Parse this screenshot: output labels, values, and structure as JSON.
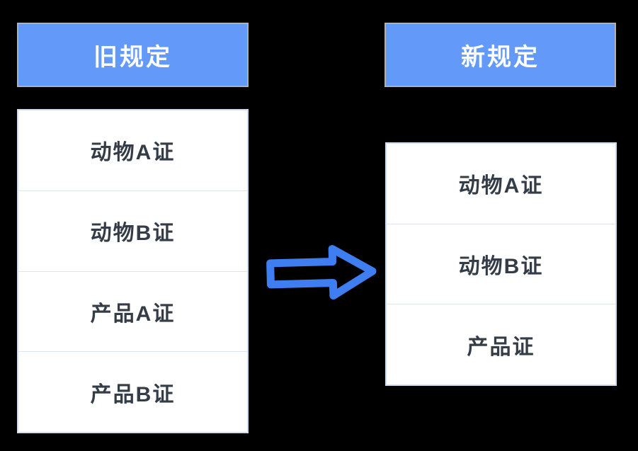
{
  "diagram": {
    "old_panel": {
      "title": "旧规定",
      "items": [
        "动物A证",
        "动物B证",
        "产品A证",
        "产品B证"
      ]
    },
    "new_panel": {
      "title": "新规定",
      "items": [
        "动物A证",
        "动物B证",
        "产品证"
      ]
    },
    "arrow_icon": "right-block-arrow-icon"
  },
  "colors": {
    "background": "#000000",
    "header_background": "#639AF9",
    "header_border": "#b1b1b1",
    "header_text": "#ffffff",
    "body_background": "#ffffff",
    "body_border": "#cfdcf2",
    "divider": "#d9e4f4",
    "item_text": "#343c47",
    "arrow_stroke": "#3e7ef0"
  }
}
